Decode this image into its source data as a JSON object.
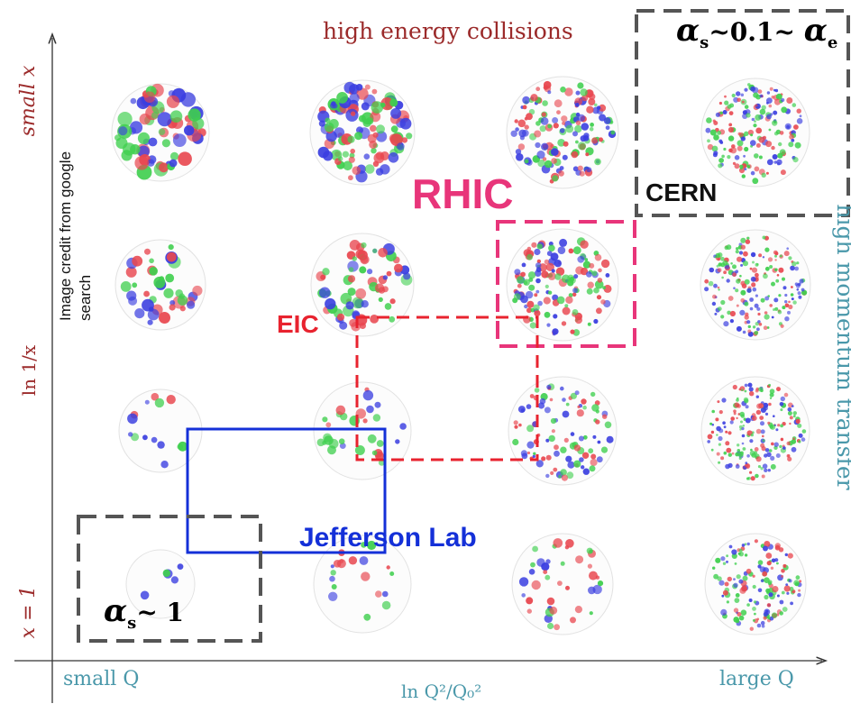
{
  "top_title": "high energy collisions",
  "right_axis_title": "high momentum transfer",
  "y_axis": {
    "top": "small x",
    "middle": "ln 1/x",
    "bottom": "x = 1"
  },
  "x_axis": {
    "left": "small Q",
    "middle": "ln Q²/Q₀²",
    "right": "large Q"
  },
  "credit": {
    "line1": "Image credit from google",
    "line2": "search"
  },
  "regions": {
    "cern": "CERN",
    "rhic": "RHIC",
    "eic": "EIC",
    "jlab": "Jefferson Lab"
  },
  "alpha_high": {
    "symbol": "α",
    "sub": "s",
    "mid": "~0.1~ ",
    "symbol2": "α",
    "sub2": "e"
  },
  "alpha_low": {
    "symbol": "α",
    "sub": "s",
    "rest": "~ 1"
  },
  "colors": {
    "axis_red": "#9b2a2a",
    "axis_teal": "#4a98aa",
    "rhic": "#e8357a",
    "eic": "#e8232f",
    "jlab": "#1430d8",
    "gray_box": "#555555",
    "parton_red": "#e8474f",
    "parton_green": "#3fcf4e",
    "parton_blue": "#3a3ee0"
  }
}
